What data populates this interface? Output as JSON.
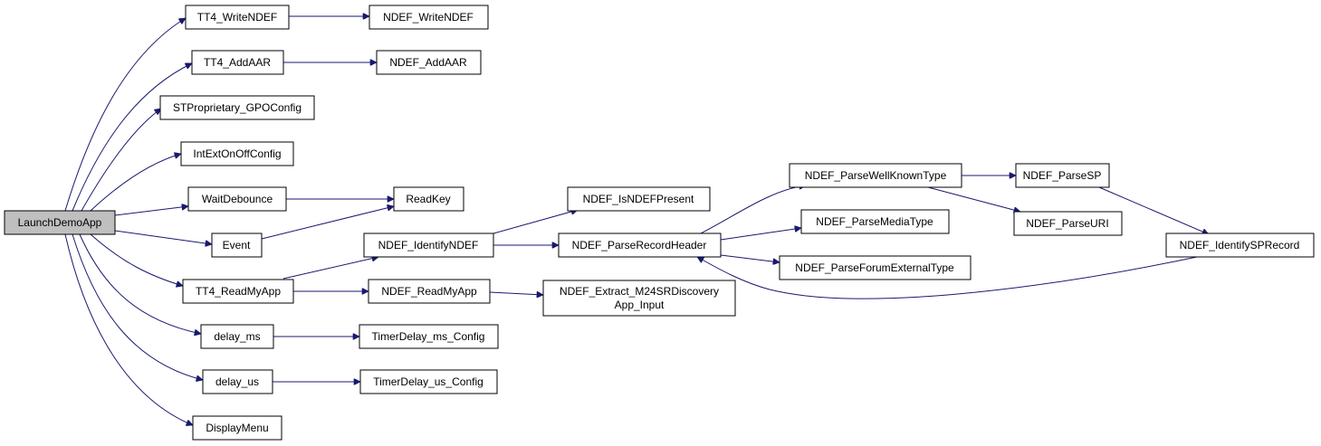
{
  "diagram": {
    "nodes": {
      "launch": {
        "label": "LaunchDemoApp"
      },
      "tt4write": {
        "label": "TT4_WriteNDEF"
      },
      "ndefwrite": {
        "label": "NDEF_WriteNDEF"
      },
      "tt4aar": {
        "label": "TT4_AddAAR"
      },
      "ndefaar": {
        "label": "NDEF_AddAAR"
      },
      "stgpo": {
        "label": "STProprietary_GPOConfig"
      },
      "intext": {
        "label": "IntExtOnOffConfig"
      },
      "waitdeb": {
        "label": "WaitDebounce"
      },
      "readkey": {
        "label": "ReadKey"
      },
      "event": {
        "label": "Event"
      },
      "tt4read": {
        "label": "TT4_ReadMyApp"
      },
      "delayms": {
        "label": "delay_ms"
      },
      "delayus": {
        "label": "delay_us"
      },
      "display": {
        "label": "DisplayMenu"
      },
      "ident": {
        "label": "NDEF_IdentifyNDEF"
      },
      "ndefread": {
        "label": "NDEF_ReadMyApp"
      },
      "timerms": {
        "label": "TimerDelay_ms_Config"
      },
      "timerus": {
        "label": "TimerDelay_us_Config"
      },
      "ispresent": {
        "label": "NDEF_IsNDEFPresent"
      },
      "parsehdr": {
        "label": "NDEF_ParseRecordHeader"
      },
      "extract": {
        "label": "NDEF_Extract_M24SRDiscovery",
        "label2": "App_Input"
      },
      "wellknown": {
        "label": "NDEF_ParseWellKnownType"
      },
      "media": {
        "label": "NDEF_ParseMediaType"
      },
      "forum": {
        "label": "NDEF_ParseForumExternalType"
      },
      "parsesp": {
        "label": "NDEF_ParseSP"
      },
      "parseuri": {
        "label": "NDEF_ParseURI"
      },
      "identsp": {
        "label": "NDEF_IdentifySPRecord"
      }
    },
    "edges": [
      [
        "launch",
        "tt4write"
      ],
      [
        "launch",
        "tt4aar"
      ],
      [
        "launch",
        "stgpo"
      ],
      [
        "launch",
        "intext"
      ],
      [
        "launch",
        "waitdeb"
      ],
      [
        "launch",
        "event"
      ],
      [
        "launch",
        "tt4read"
      ],
      [
        "launch",
        "delayms"
      ],
      [
        "launch",
        "delayus"
      ],
      [
        "launch",
        "display"
      ],
      [
        "tt4write",
        "ndefwrite"
      ],
      [
        "tt4aar",
        "ndefaar"
      ],
      [
        "waitdeb",
        "readkey"
      ],
      [
        "event",
        "readkey"
      ],
      [
        "tt4read",
        "ident"
      ],
      [
        "tt4read",
        "ndefread"
      ],
      [
        "delayms",
        "timerms"
      ],
      [
        "delayus",
        "timerus"
      ],
      [
        "ident",
        "ispresent"
      ],
      [
        "ident",
        "parsehdr"
      ],
      [
        "ndefread",
        "extract"
      ],
      [
        "parsehdr",
        "wellknown"
      ],
      [
        "parsehdr",
        "media"
      ],
      [
        "parsehdr",
        "forum"
      ],
      [
        "wellknown",
        "parsesp"
      ],
      [
        "wellknown",
        "parseuri"
      ],
      [
        "parsesp",
        "identsp"
      ],
      [
        "identsp",
        "parsehdr"
      ]
    ]
  }
}
